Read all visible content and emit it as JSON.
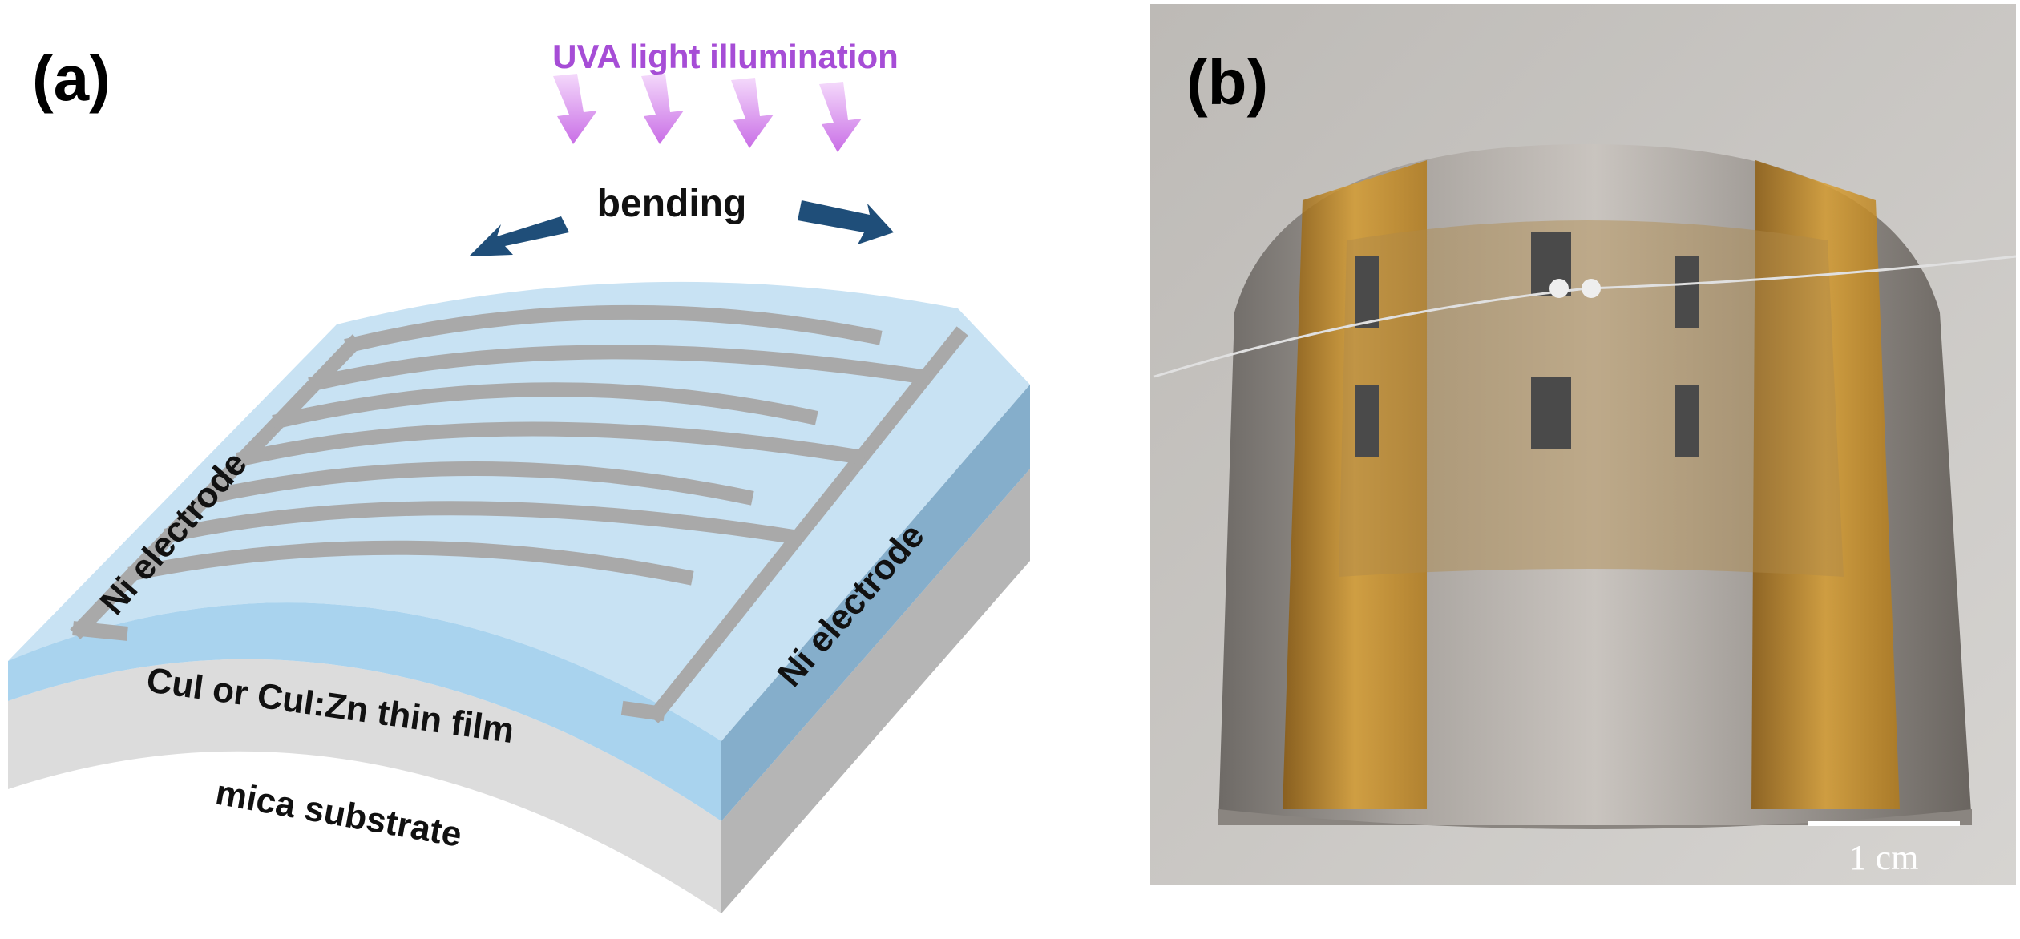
{
  "panel_a": {
    "label": "(a)",
    "light_label": "UVA light illumination",
    "bending_label": "bending",
    "electrode_left": "Ni electrode",
    "electrode_right": "Ni electrode",
    "film_label": "CuI or CuI:Zn thin film",
    "substrate_label": "mica substrate",
    "colors": {
      "uva": "#a64dd6",
      "film_top": "#c6e1f2",
      "film_side": "#9ccbe8",
      "substrate": "#d9d9d9",
      "electrode": "#a8a8a8",
      "arrow": "#1f4e79"
    }
  },
  "panel_b": {
    "label": "(b)",
    "scale_bar_label": "1 cm"
  }
}
